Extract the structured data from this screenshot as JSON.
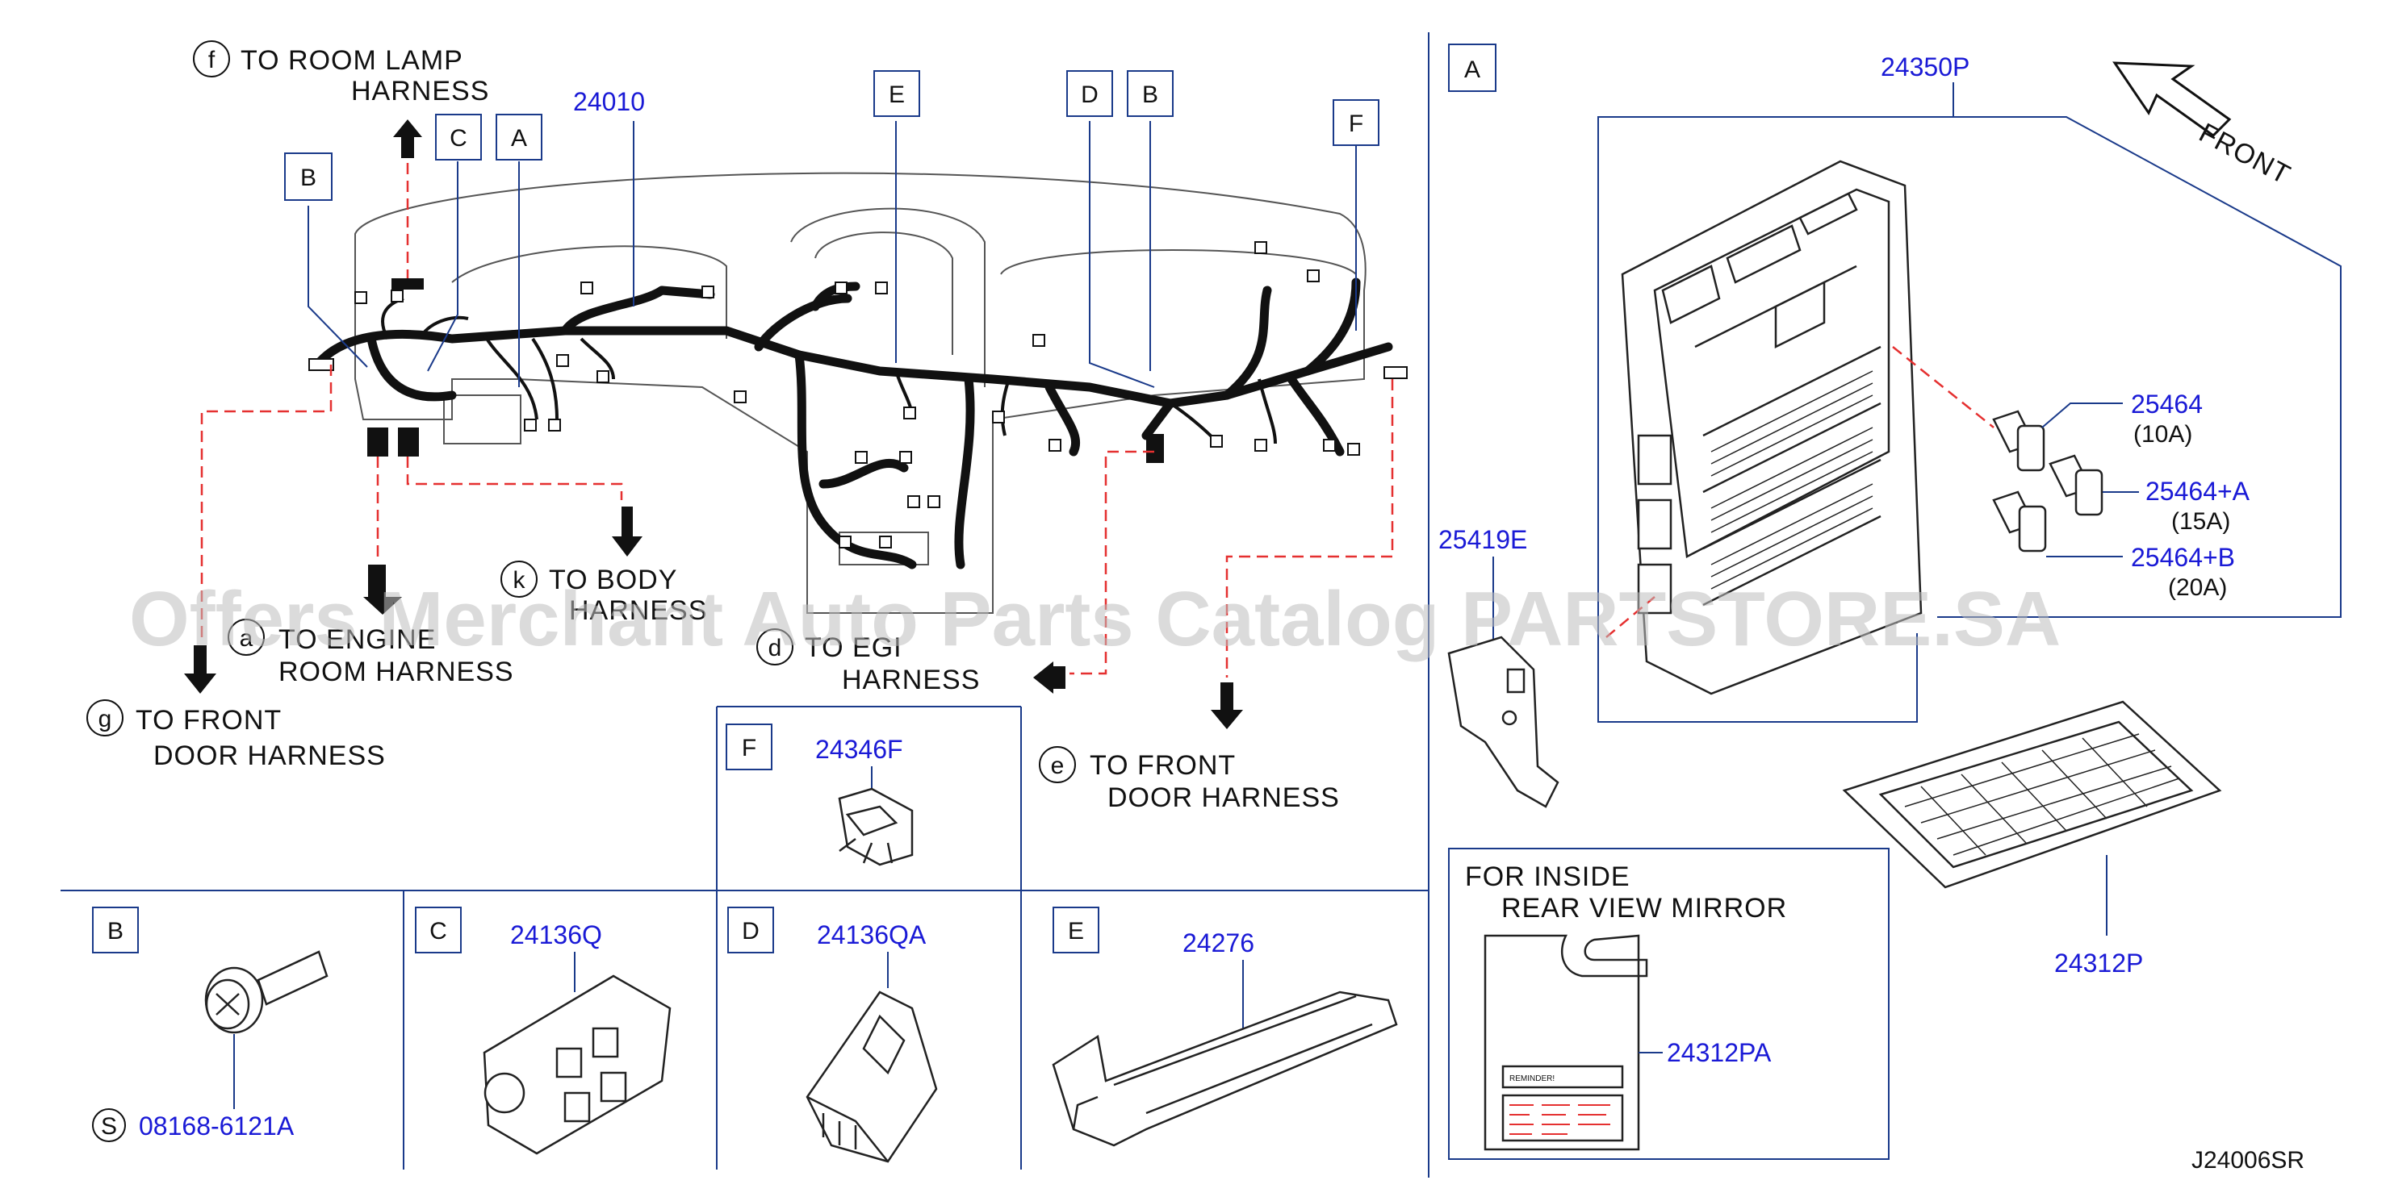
{
  "harness_refs": {
    "f": {
      "letter": "f",
      "line1": "TO ROOM LAMP",
      "line2": "HARNESS"
    },
    "k": {
      "letter": "k",
      "line1": "TO BODY",
      "line2": "HARNESS"
    },
    "a": {
      "letter": "a",
      "line1": "TO ENGINE",
      "line2": "ROOM HARNESS"
    },
    "g": {
      "letter": "g",
      "line1": "TO FRONT",
      "line2": "DOOR HARNESS"
    },
    "d": {
      "letter": "d",
      "line1": "TO EGI",
      "line2": "HARNESS"
    },
    "e": {
      "letter": "e",
      "line1": "TO FRONT",
      "line2": "DOOR HARNESS"
    }
  },
  "main_part": "24010",
  "view_letters": {
    "A": "A",
    "B": "B",
    "C": "C",
    "D": "D",
    "E": "E",
    "F": "F"
  },
  "parts": {
    "p24350P": "24350P",
    "p25464": "25464",
    "p25464_amp": "(10A)",
    "p25464A": "25464+A",
    "p25464A_amp": "(15A)",
    "p25464B": "25464+B",
    "p25464B_amp": "(20A)",
    "p25419E": "25419E",
    "p24312P": "24312P",
    "p24312PA": "24312PA",
    "p24346F": "24346F",
    "p08168": "08168-6121A",
    "p24136Q": "24136Q",
    "p24136QA": "24136QA",
    "p24276": "24276"
  },
  "front_label": "FRONT",
  "screw_symbol": "S",
  "mirror_note": {
    "line1": "FOR INSIDE",
    "line2": "REAR VIEW MIRROR"
  },
  "reminder_text": "REMINDER!",
  "diagram_code": "J24006SR",
  "watermark": "Offers Merchant Auto Parts Catalog PARTSTORE.SA",
  "colors": {
    "part_number": "#1a1ad6",
    "leader_red": "#e53030",
    "leader_blue": "#1a1ad6",
    "harness": "#111111"
  }
}
